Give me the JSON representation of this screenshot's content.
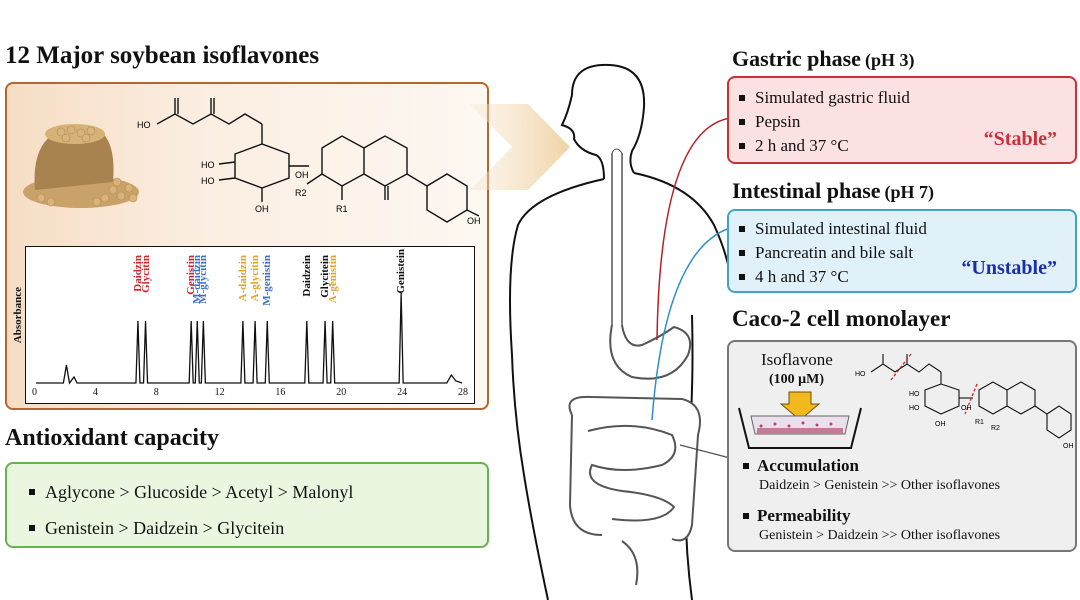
{
  "isoflavones": {
    "title": "12 Major soybean isoflavones",
    "structure_labels": {
      "ho_acid": "HO",
      "ho1": "HO",
      "ho2": "HO",
      "oh1": "OH",
      "oh2": "OH",
      "oh_right": "OH",
      "r2": "R2",
      "r1": "R1"
    },
    "chromatogram": {
      "y_label": "Absorbance",
      "x_ticks": [
        "0",
        "4",
        "8",
        "12",
        "16",
        "20",
        "24",
        "28"
      ],
      "peaks": [
        {
          "name": "Daidzin",
          "color": "#d0242b",
          "x": 6.7
        },
        {
          "name": "Glycitin",
          "color": "#d0242b",
          "x": 7.2
        },
        {
          "name": "Genistin",
          "color": "#d0242b",
          "x": 10.2
        },
        {
          "name": "M-daidzin",
          "color": "#3b6fc9",
          "x": 10.6
        },
        {
          "name": "M-glycitin",
          "color": "#3b6fc9",
          "x": 11.0
        },
        {
          "name": "A-daidzin",
          "color": "#e8a020",
          "x": 13.6
        },
        {
          "name": "A-glycitin",
          "color": "#e8a020",
          "x": 14.4
        },
        {
          "name": "M-genistin",
          "color": "#3b6fc9",
          "x": 15.2
        },
        {
          "name": "Daidzein",
          "color": "#111111",
          "x": 17.8
        },
        {
          "name": "Glycitein",
          "color": "#111111",
          "x": 19.0
        },
        {
          "name": "A-genistin",
          "color": "#e8a020",
          "x": 19.5
        },
        {
          "name": "Genistein",
          "color": "#111111",
          "x": 24.0
        }
      ]
    }
  },
  "antioxidant": {
    "title": "Antioxidant capacity",
    "items": [
      "Aglycone > Glucoside > Acetyl > Malonyl",
      "Genistein > Daidzein > Glycitein"
    ]
  },
  "gastric": {
    "title": "Gastric phase",
    "ph": "(pH 3)",
    "items": [
      "Simulated gastric fluid",
      "Pepsin",
      "2 h and 37 °C"
    ],
    "status": "“Stable”",
    "status_color": "#c9303a"
  },
  "intestinal": {
    "title": "Intestinal phase",
    "ph": "(pH 7)",
    "items": [
      "Simulated intestinal fluid",
      "Pancreatin and bile salt",
      "4 h and 37 °C"
    ],
    "status": "“Unstable”",
    "status_color": "#1a2fa8"
  },
  "caco": {
    "title": "Caco-2 cell monolayer",
    "isoflavone_label": "Isoflavone",
    "concentration": "(100 μM)",
    "mol_labels": {
      "ho_acid": "HO",
      "ho1": "HO",
      "ho2": "HO",
      "oh1": "OH",
      "oh2": "OH",
      "oh_right": "OH",
      "r1": "R1",
      "r2": "R2"
    },
    "accumulation_label": "Accumulation",
    "accumulation_text": "Daidzein > Genistein >> Other isoflavones",
    "permeability_label": "Permeability",
    "permeability_text": "Genistein > Daidzein >> Other isoflavones"
  }
}
